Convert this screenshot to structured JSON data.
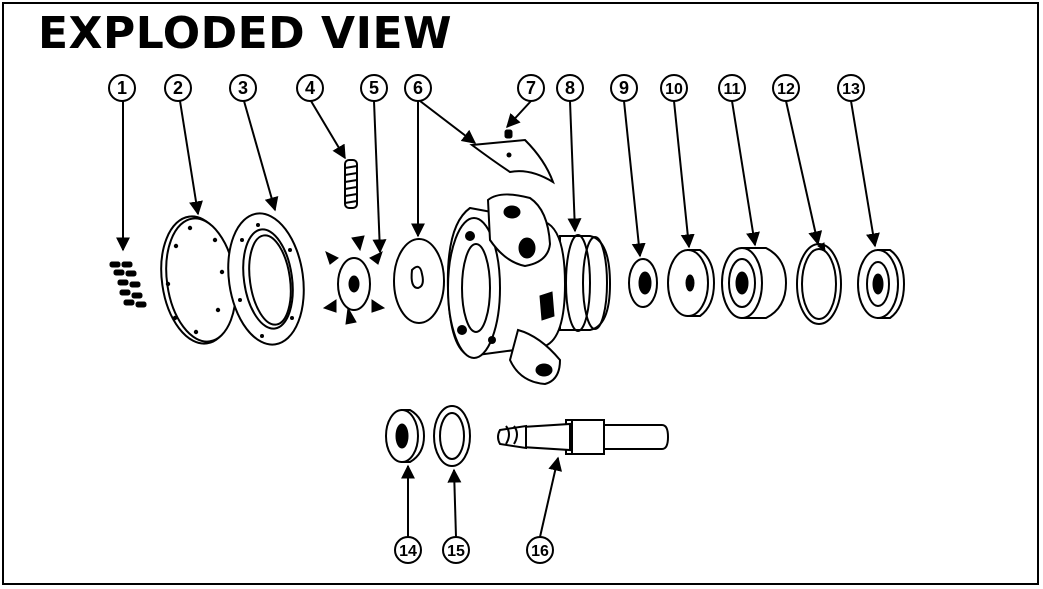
{
  "title": "EXPLODED VIEW",
  "callouts": [
    "1",
    "2",
    "3",
    "4",
    "5",
    "6",
    "7",
    "8",
    "9",
    "10",
    "11",
    "12",
    "13",
    "14",
    "15",
    "16"
  ],
  "colors": {
    "line": "#000000",
    "background": "#ffffff"
  }
}
